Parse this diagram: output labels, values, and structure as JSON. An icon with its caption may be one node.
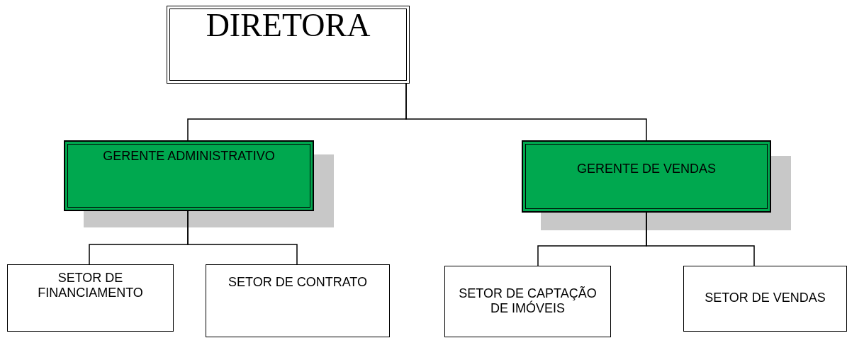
{
  "diagram": {
    "nodes": [
      {
        "text": [
          "DIRETORA"
        ]
      },
      {
        "text": [
          "GERENTE ADMINISTRATIVO"
        ]
      },
      {
        "text": [
          "GERENTE DE VENDAS"
        ]
      },
      {
        "text": [
          "SETOR DE FINANCIAMENTO"
        ]
      },
      {
        "text": [
          "SETOR DE CONTRATO"
        ]
      },
      {
        "text": [
          "SETOR DE CAPTAÇÃO DE IMÓVEIS"
        ]
      },
      {
        "text": [
          "SETOR DE VENDAS"
        ]
      }
    ],
    "edges": [
      {
        "from": 0,
        "to": 1,
        "arrow": "none"
      },
      {
        "from": 0,
        "to": 2,
        "arrow": "none"
      },
      {
        "from": 1,
        "to": 3,
        "arrow": "none"
      },
      {
        "from": 1,
        "to": 4,
        "arrow": "none"
      },
      {
        "from": 2,
        "to": 5,
        "arrow": "none"
      },
      {
        "from": 2,
        "to": 6,
        "arrow": "none"
      }
    ]
  }
}
